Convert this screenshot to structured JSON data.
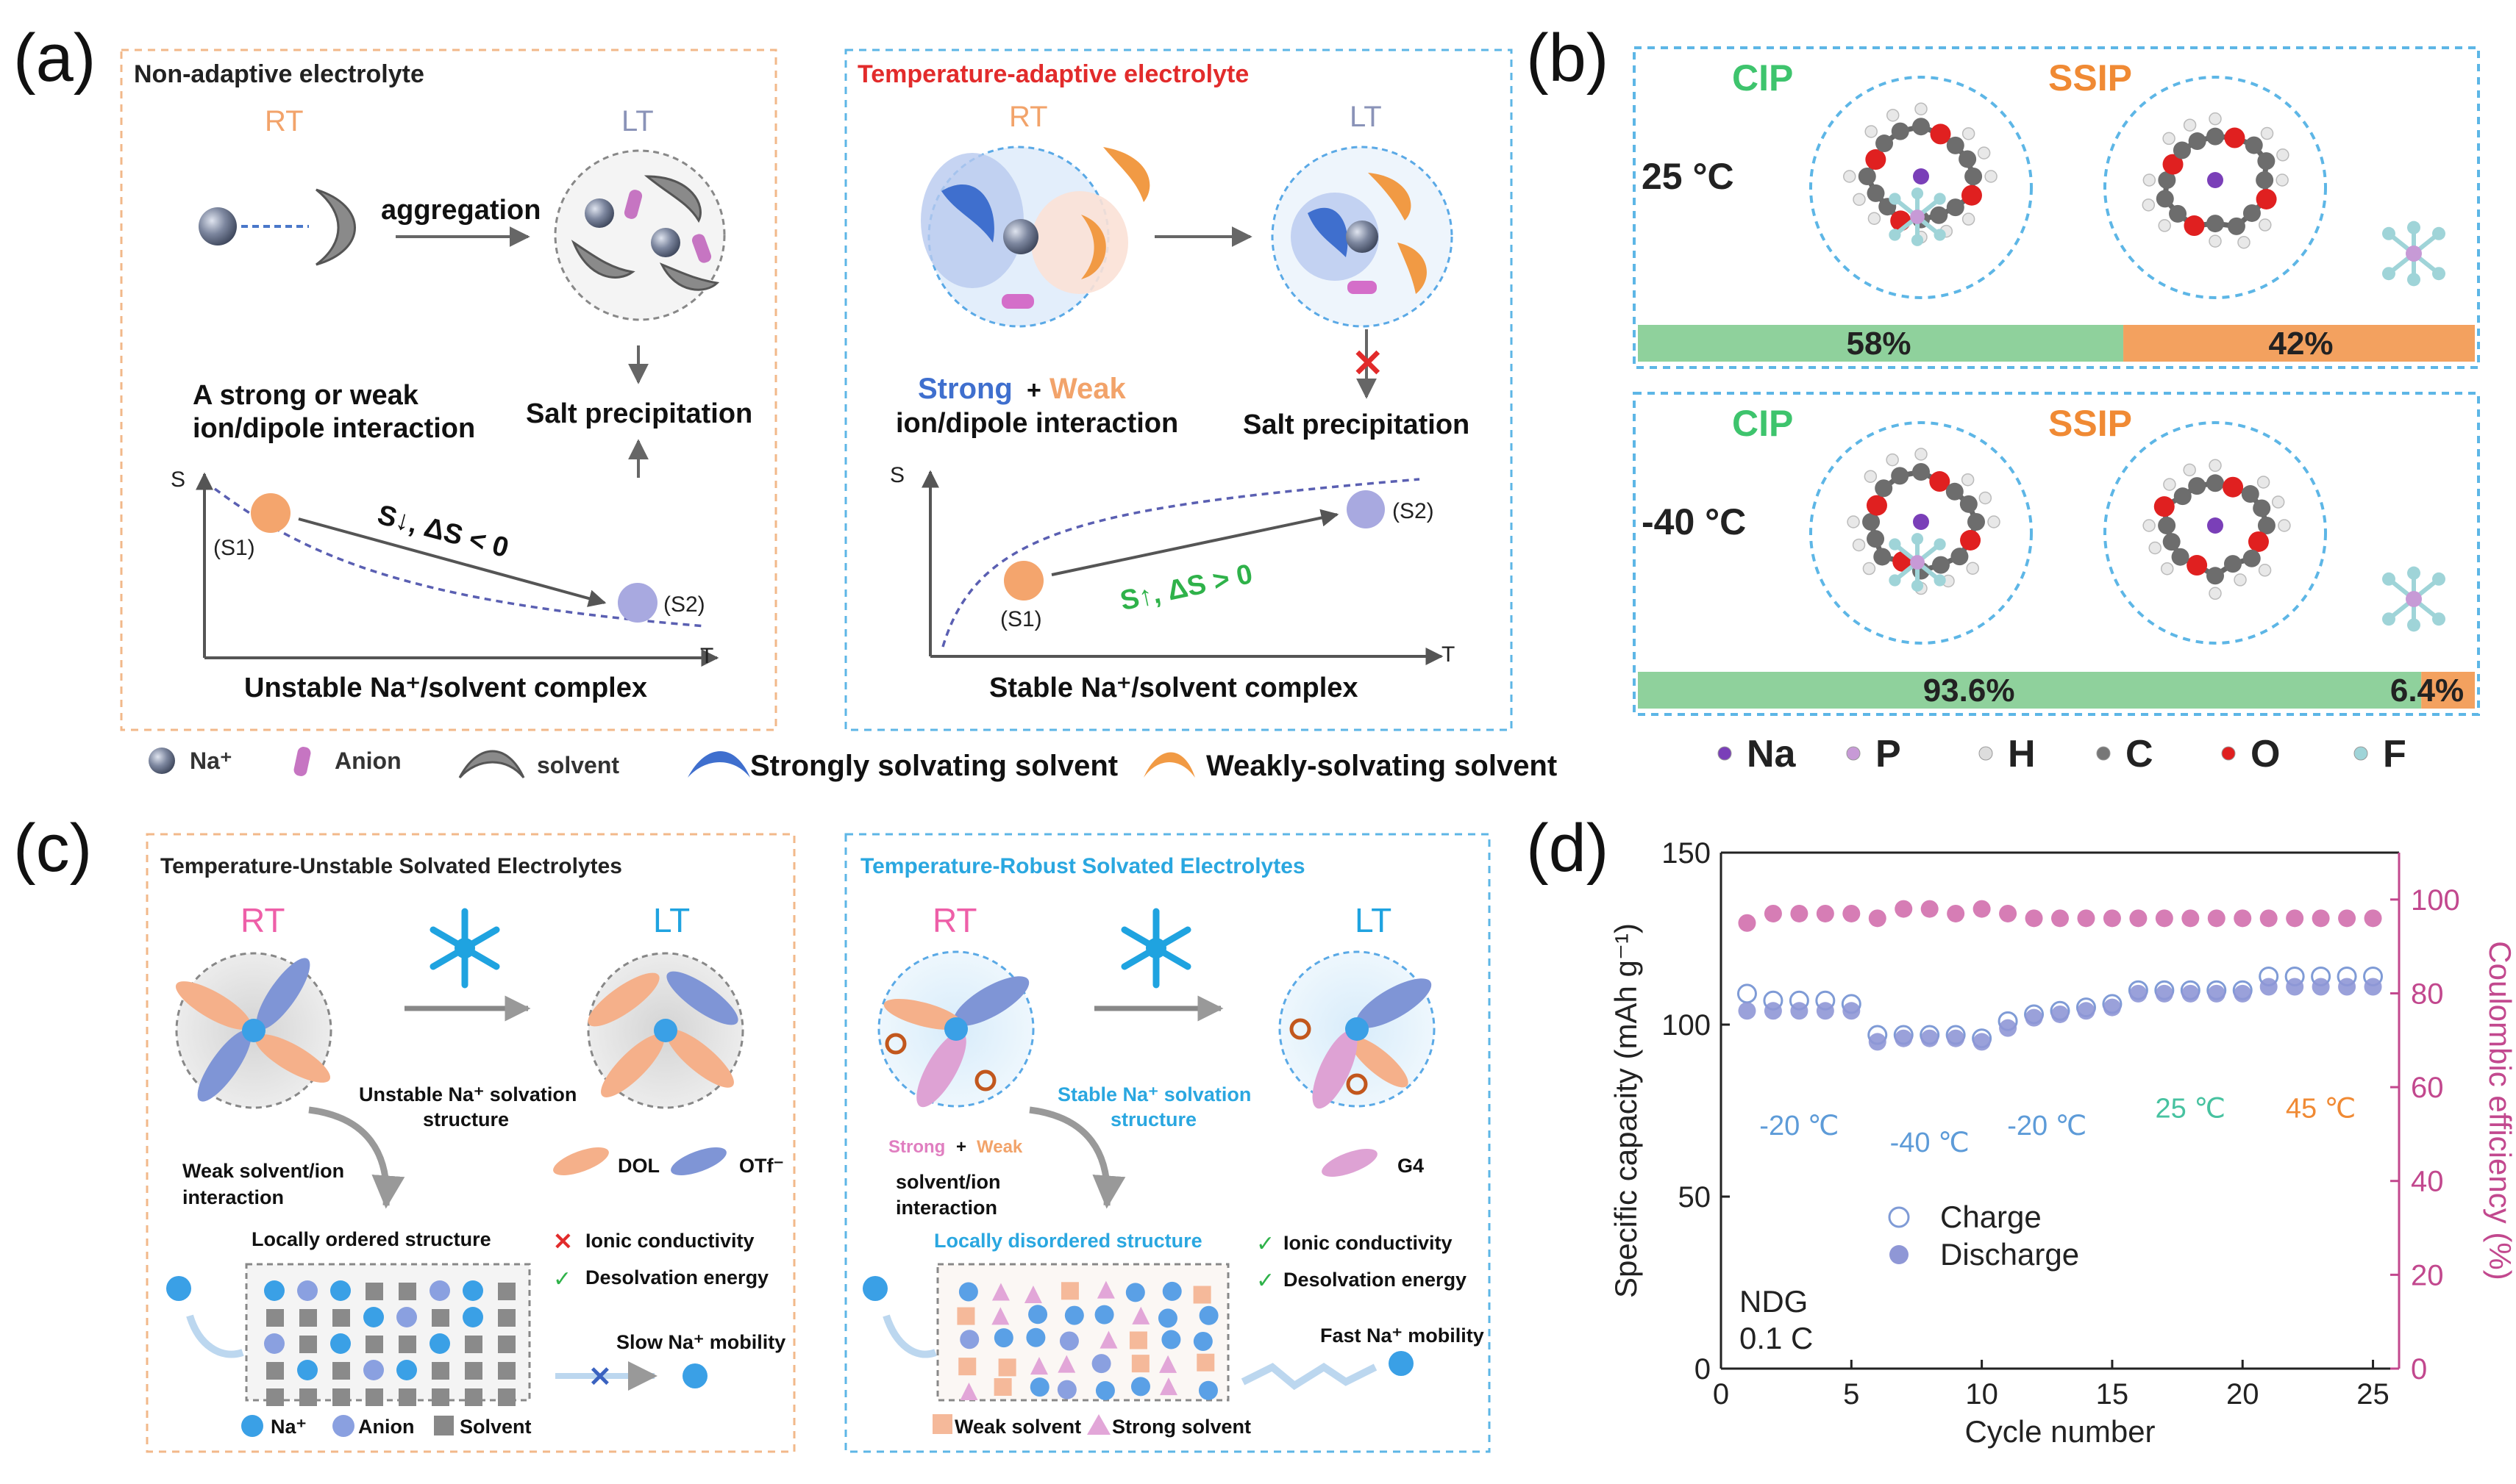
{
  "panel_labels": {
    "a": "(a)",
    "b": "(b)",
    "c": "(c)",
    "d": "(d)"
  },
  "panel_a": {
    "left": {
      "title": "Non-adaptive electrolyte",
      "rt": "RT",
      "lt": "LT",
      "aggregation": "aggregation",
      "interaction_line1": "A strong or weak",
      "interaction_line2": "ion/dipole interaction",
      "salt_precipitation": "Salt precipitation",
      "s_axis": "S",
      "t_axis": "T",
      "s1": "(S1)",
      "s2": "(S2)",
      "entropy": "S↓, ΔS < 0",
      "caption": "Unstable Na⁺/solvent complex"
    },
    "right": {
      "title": "Temperature-adaptive electrolyte",
      "rt": "RT",
      "lt": "LT",
      "strong": "Strong",
      "plus": "+",
      "weak": "Weak",
      "interaction": "ion/dipole interaction",
      "salt_precipitation": "Salt precipitation",
      "cross": "✕",
      "s_axis": "S",
      "t_axis": "T",
      "s1": "(S1)",
      "s2": "(S2)",
      "entropy": "S↑, ΔS > 0",
      "caption": "Stable Na⁺/solvent complex"
    },
    "legend": [
      "Na⁺",
      "Anion",
      "solvent",
      "Strongly solvating solvent",
      "Weakly-solvating solvent"
    ]
  },
  "panel_b": {
    "rows": [
      {
        "temp": "25 °C",
        "cip": "CIP",
        "ssip": "SSIP",
        "cip_pct": "58%",
        "ssip_pct": "42%",
        "cip_fraction": 0.58
      },
      {
        "temp": "-40 °C",
        "cip": "CIP",
        "ssip": "SSIP",
        "cip_pct": "93.6%",
        "ssip_pct": "6.4%",
        "cip_fraction": 0.936
      }
    ],
    "elements": [
      {
        "symbol": "Na",
        "color": "#7a3fb8"
      },
      {
        "symbol": "P",
        "color": "#c79ad6"
      },
      {
        "symbol": "H",
        "color": "#dddddd"
      },
      {
        "symbol": "C",
        "color": "#777777"
      },
      {
        "symbol": "O",
        "color": "#e02020"
      },
      {
        "symbol": "F",
        "color": "#9fd4d8"
      }
    ]
  },
  "panel_c": {
    "left": {
      "title": "Temperature-Unstable Solvated Electrolytes",
      "rt": "RT",
      "lt": "LT",
      "arrow_line1": "Unstable Na⁺ solvation",
      "arrow_line2": "structure",
      "dol": "DOL",
      "otf": "OTf⁻",
      "weak_line1": "Weak solvent/ion",
      "weak_line2": "interaction",
      "structure": "Locally ordered structure",
      "ionic": "Ionic conductivity",
      "desolvation": "Desolvation energy",
      "mobility": "Slow Na⁺ mobility",
      "legend": [
        "Na⁺",
        "Anion",
        "Solvent"
      ]
    },
    "right": {
      "title": "Temperature-Robust Solvated Electrolytes",
      "rt": "RT",
      "lt": "LT",
      "arrow_line1": "Stable Na⁺ solvation",
      "arrow_line2": "structure",
      "g4": "G4",
      "strong": "Strong",
      "plus": "+",
      "weak": "Weak",
      "inter_line1": "solvent/ion",
      "inter_line2": "interaction",
      "structure": "Locally disordered structure",
      "ionic": "Ionic conductivity",
      "desolvation": "Desolvation energy",
      "mobility": "Fast Na⁺ mobility",
      "legend": [
        "Weak solvent",
        "Strong solvent"
      ]
    }
  },
  "chart_data": {
    "type": "scatter",
    "xlabel": "Cycle number",
    "ylabel": "Specific capacity (mAh g⁻¹)",
    "y2label": "Coulombic efficiency (%)",
    "xlim": [
      0,
      26
    ],
    "ylim": [
      0,
      150
    ],
    "y2lim": [
      0,
      110
    ],
    "xticks": [
      0,
      5,
      10,
      15,
      20,
      25
    ],
    "yticks": [
      0,
      50,
      100,
      150
    ],
    "y2ticks": [
      0,
      20,
      40,
      60,
      80,
      100
    ],
    "x": [
      1,
      2,
      3,
      4,
      5,
      6,
      7,
      8,
      9,
      10,
      11,
      12,
      13,
      14,
      15,
      16,
      17,
      18,
      19,
      20,
      21,
      22,
      23,
      24,
      25
    ],
    "series": [
      {
        "name": "Charge",
        "axis": "left",
        "marker": "open",
        "color": "#7f9bd6",
        "values": [
          109,
          107,
          107,
          107,
          106,
          97,
          97,
          97,
          97,
          96,
          101,
          103,
          104,
          105,
          106,
          110,
          110,
          110,
          110,
          110,
          114,
          114,
          114,
          114,
          114
        ]
      },
      {
        "name": "Discharge",
        "axis": "left",
        "marker": "filled",
        "color": "#8f97d6",
        "values": [
          104,
          104,
          104,
          104,
          104,
          95,
          96,
          96,
          96,
          95,
          99,
          102,
          103,
          104,
          105,
          109,
          109,
          109,
          109,
          109,
          111,
          111,
          111,
          111,
          111
        ]
      },
      {
        "name": "",
        "axis": "right",
        "marker": "filled",
        "color": "#d26fad",
        "values": [
          95,
          97,
          97,
          97,
          97,
          96,
          98,
          98,
          97,
          98,
          97,
          96,
          96,
          96,
          96,
          96,
          96,
          96,
          96,
          96,
          96,
          96,
          96,
          96,
          96
        ]
      }
    ],
    "annotations": [
      {
        "text": "-20 ℃",
        "x": 3,
        "y": 68,
        "color": "#5d9bd8"
      },
      {
        "text": "-40 ℃",
        "x": 8,
        "y": 63,
        "color": "#5d9bd8"
      },
      {
        "text": "-20 ℃",
        "x": 12.5,
        "y": 68,
        "color": "#5d9bd8"
      },
      {
        "text": "25 ℃",
        "x": 18,
        "y": 73,
        "color": "#47c2a0"
      },
      {
        "text": "45 ℃",
        "x": 23,
        "y": 73,
        "color": "#f08a34"
      }
    ],
    "legend": [
      "Charge",
      "Discharge"
    ],
    "notes": [
      "NDG",
      "0.1 C"
    ]
  }
}
